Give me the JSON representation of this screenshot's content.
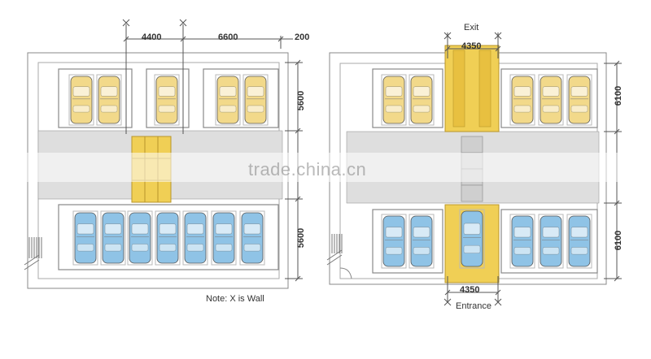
{
  "left_plan": {
    "dimensions_top": [
      "4400",
      "6600",
      "200"
    ],
    "dimensions_right": [
      "5600",
      "5600"
    ],
    "note": "Note: X is Wall",
    "upper_row_car_color": "yellow",
    "lower_row_car_color": "blue"
  },
  "right_plan": {
    "exit_label": "Exit",
    "entrance_label": "Entrance",
    "dimension_exit": "4350",
    "dimension_entrance": "4350",
    "dimensions_right": [
      "6100",
      "6100"
    ]
  },
  "watermark": "trade.china.cn",
  "colors": {
    "car_yellow": "#f2d98a",
    "car_blue": "#8fc3e6",
    "lift_gold": "#f0cf55",
    "aisle_gray": "#dedede",
    "line": "#777777"
  }
}
